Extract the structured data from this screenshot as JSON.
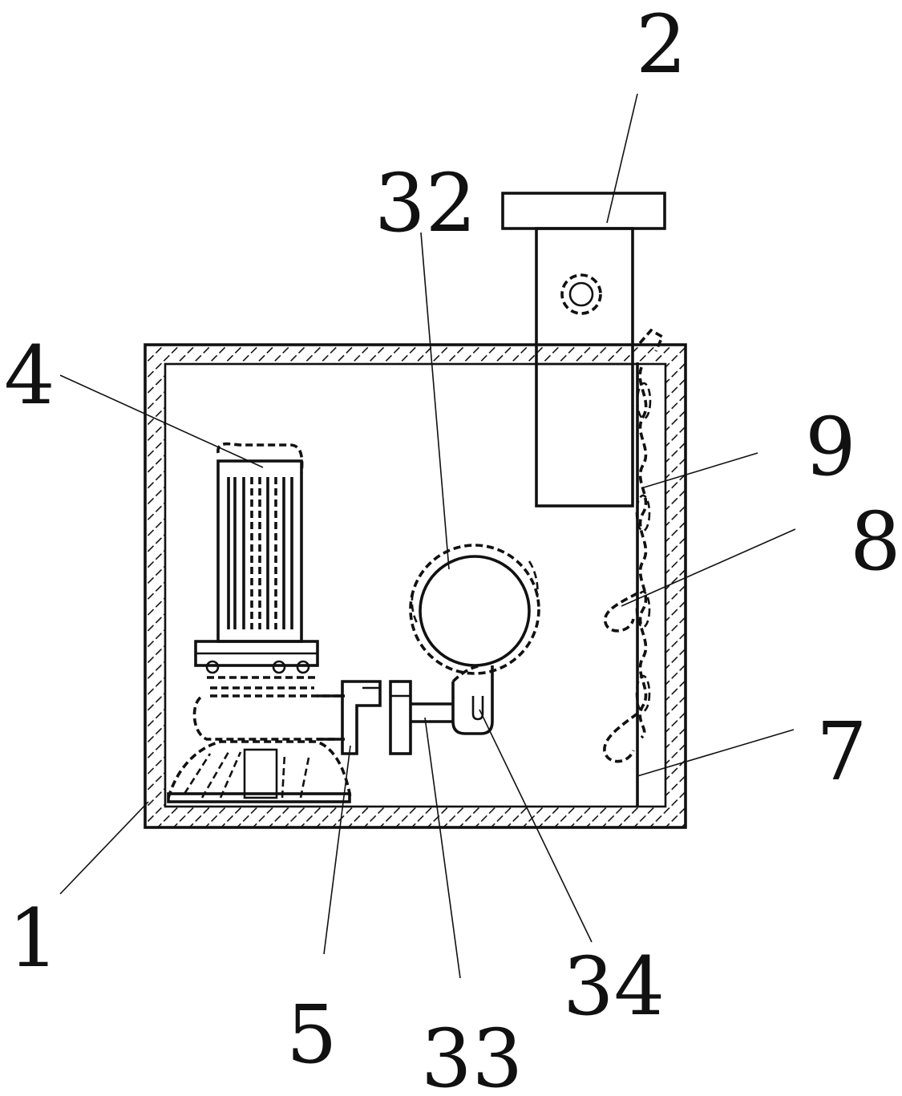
{
  "labels": {
    "l1": "1",
    "l2": "2",
    "l4": "4",
    "l5": "5",
    "l7": "7",
    "l8": "8",
    "l9": "9",
    "l32": "32",
    "l33": "33",
    "l34": "34"
  },
  "colors": {
    "ink": "#111111",
    "background": "#ffffff"
  }
}
